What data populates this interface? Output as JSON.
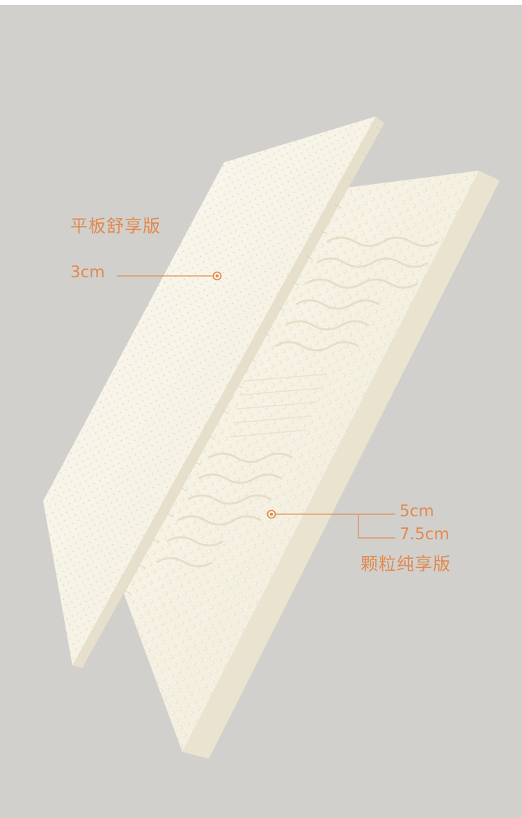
{
  "annotations": {
    "flat_version_label": "平板舒享版",
    "flat_thickness": "3cm",
    "granule_thickness_a": "5cm",
    "granule_thickness_b": "7.5cm",
    "granule_version_label": "颗粒纯享版"
  },
  "colors": {
    "background": "#d2d0cd",
    "accent": "#e08a4e",
    "latex": "#f6f2e4",
    "latex_edge": "#e6dfcb"
  }
}
